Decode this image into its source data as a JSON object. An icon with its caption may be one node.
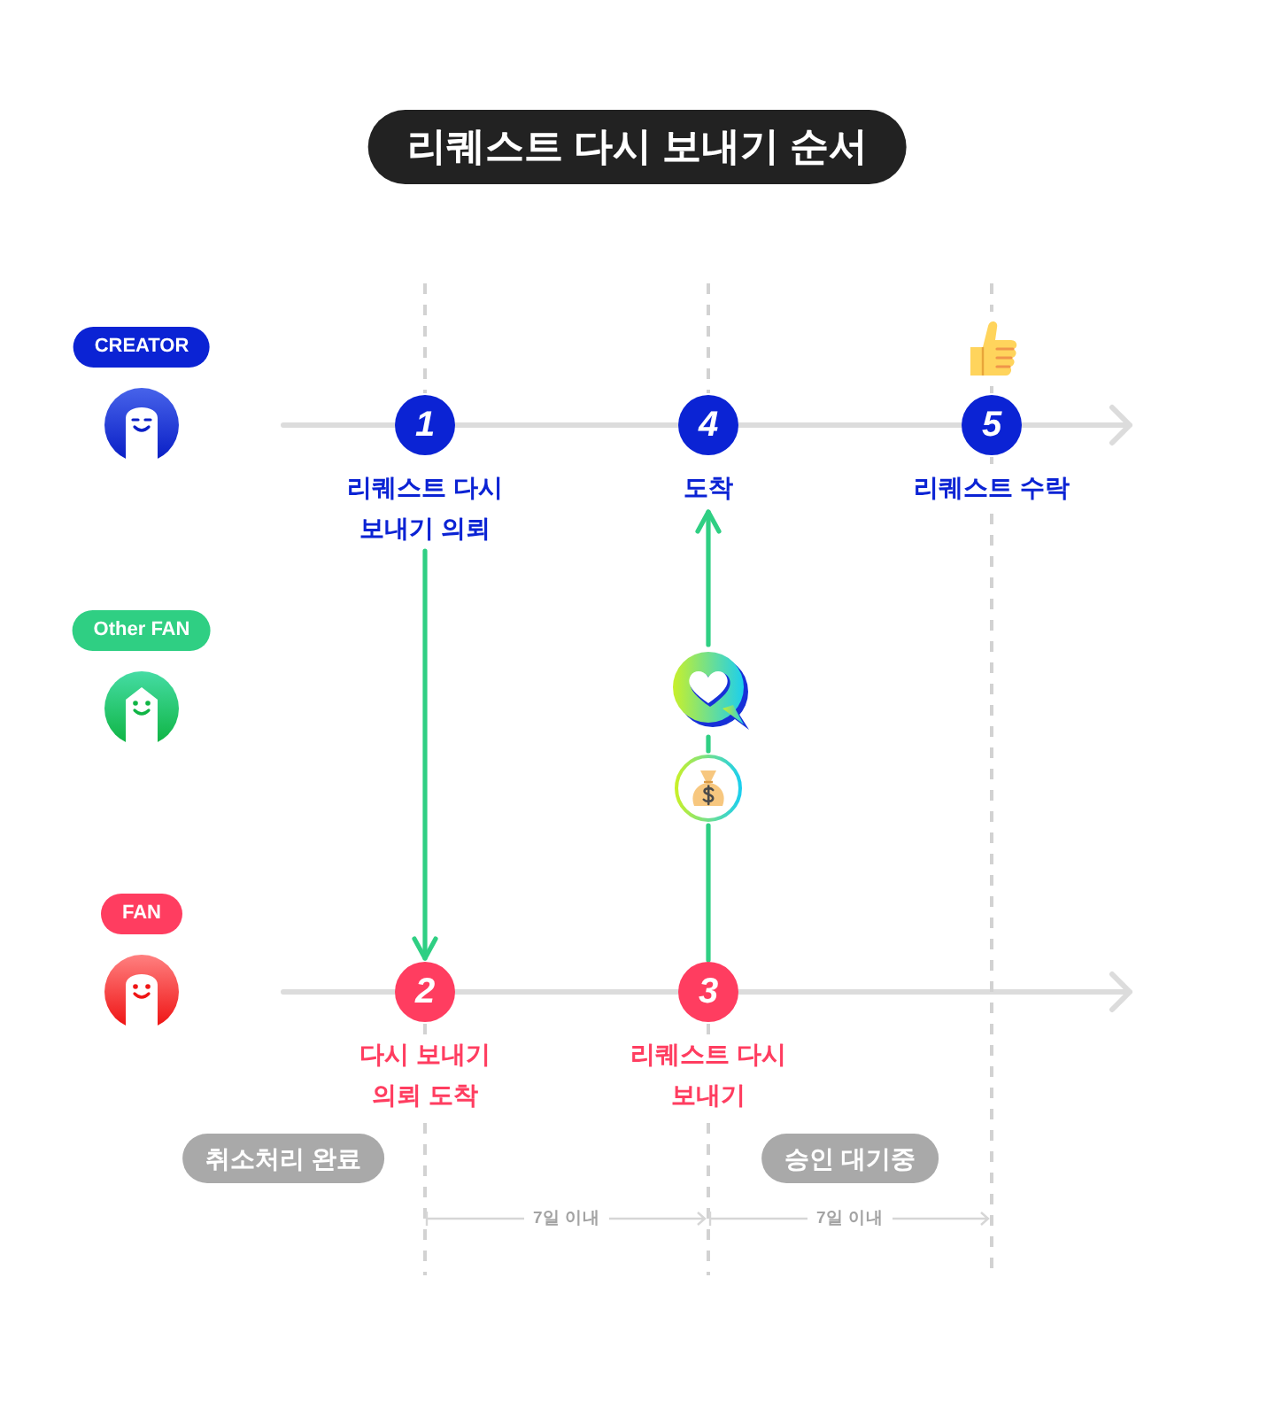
{
  "diagram": {
    "title": "리퀘스트 다시 보내기 순서",
    "nodes": [
      {
        "text": [
          "CREATOR"
        ]
      },
      {
        "text": [
          "1"
        ],
        "beside": [
          "리퀘스트 다시 보내기 의뢰"
        ]
      },
      {
        "text": [
          "4"
        ],
        "beside": [
          "도착"
        ]
      },
      {
        "text": [
          "5"
        ],
        "beside": [
          "리퀘스트 수락"
        ]
      },
      {
        "text": [
          "Other FAN"
        ]
      },
      {
        "text": [],
        "shape": "picture"
      },
      {
        "text": [],
        "shape": "picture"
      },
      {
        "text": [
          "FAN"
        ]
      },
      {
        "text": [
          "2"
        ],
        "beside": [
          "다시 보내기 의뢰 도착"
        ]
      },
      {
        "text": [
          "3"
        ],
        "beside": [
          "리퀘스트 다시 보내기"
        ]
      },
      {
        "text": [
          "취소처리 완료"
        ]
      },
      {
        "text": [
          "승인 대기중"
        ]
      }
    ],
    "edges": [
      {
        "from": 1,
        "to": 8,
        "arrow": "to"
      },
      {
        "from": 9,
        "to": 6,
        "arrow": "none"
      },
      {
        "from": 6,
        "to": 5,
        "arrow": "none"
      },
      {
        "from": 5,
        "to": 2,
        "arrow": "to"
      }
    ],
    "labels": [
      "7일 이내",
      "7일 이내"
    ]
  }
}
